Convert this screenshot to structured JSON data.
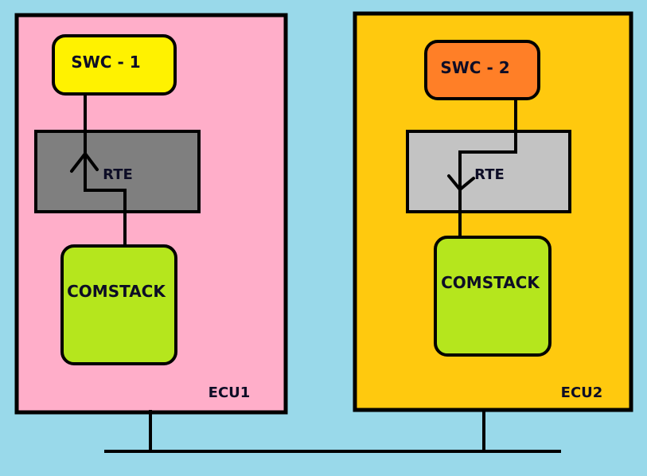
{
  "colors": {
    "background": "#99d9ea",
    "ecu1_fill": "#ffaec9",
    "ecu2_fill": "#ffc90e",
    "swc1_fill": "#fff200",
    "swc2_fill": "#ff7f27",
    "rte1_fill": "#7f7f7f",
    "rte2_fill": "#c3c3c3",
    "comstack_fill": "#b5e61d",
    "line": "#000000"
  },
  "ecu1": {
    "label": "ECU1",
    "swc": "SWC - 1",
    "rte": "RTE",
    "comstack": "COMSTACK",
    "arrow_direction": "up"
  },
  "ecu2": {
    "label": "ECU2",
    "swc": "SWC - 2",
    "rte": "RTE",
    "comstack": "COMSTACK",
    "arrow_direction": "down"
  }
}
